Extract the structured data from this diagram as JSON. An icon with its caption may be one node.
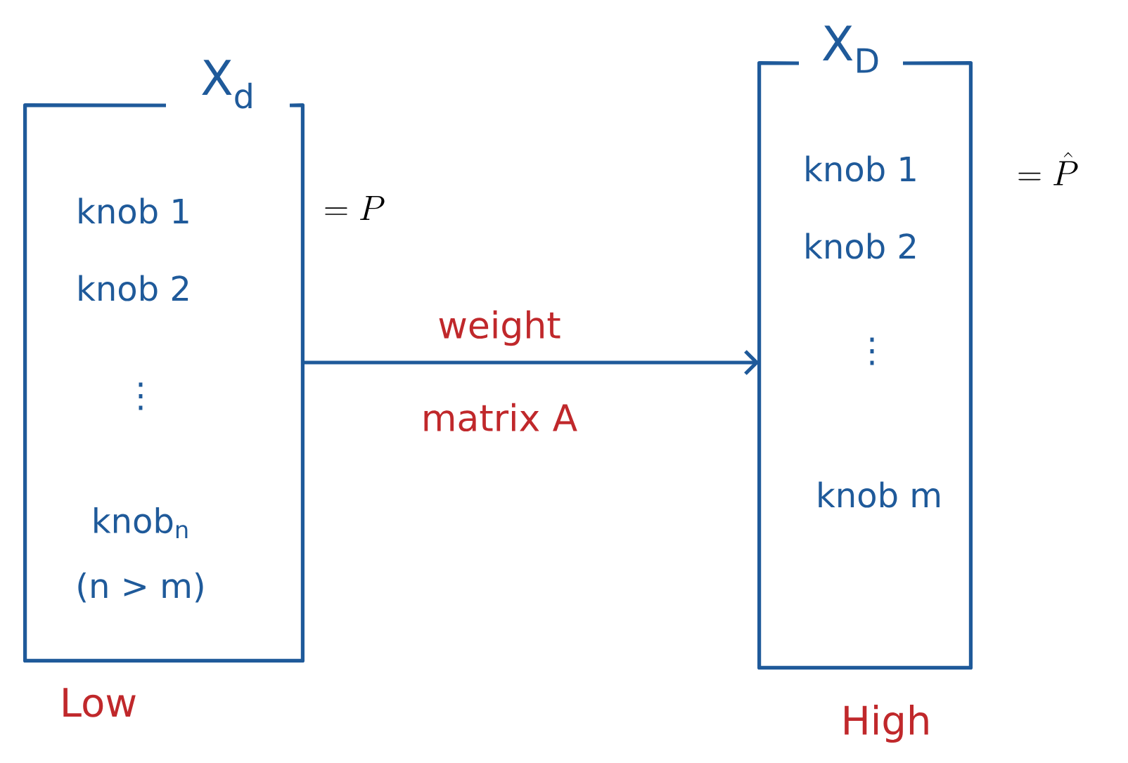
{
  "diagram": {
    "nodes": [
      {
        "text": [
          "X$_{d}$",
          "knob 1",
          "knob 2",
          "⋮",
          "knob$_{n}$",
          "(n > m)"
        ],
        "beside": [
          "= P",
          "Low"
        ]
      },
      {
        "text": [
          "X$_{D}$",
          "knob 1",
          "knob 2",
          "⋮",
          "knob m"
        ],
        "beside": [
          "= \\hat{P}",
          "High"
        ]
      }
    ],
    "edges": [
      {
        "from": 0,
        "to": 1,
        "arrow": "to",
        "label": "weight matrix A"
      }
    ]
  }
}
